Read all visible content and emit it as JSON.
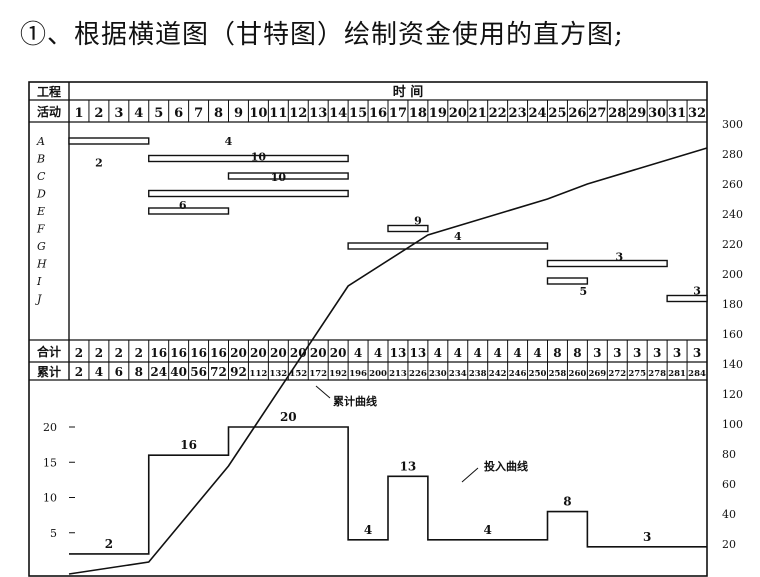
{
  "heading": "①、根据横道图（甘特图）绘制资金使用的直方图;",
  "table": {
    "header_row1_label": "工程",
    "header_row2_label": "活动",
    "time_label": "时   间",
    "periods": [
      "1",
      "2",
      "3",
      "4",
      "5",
      "6",
      "7",
      "8",
      "9",
      "10",
      "11",
      "12",
      "13",
      "14",
      "15",
      "16",
      "17",
      "18",
      "19",
      "20",
      "21",
      "22",
      "23",
      "24",
      "25",
      "26",
      "27",
      "28",
      "29",
      "30",
      "31",
      "32"
    ],
    "activities": [
      "A",
      "B",
      "C",
      "D",
      "E",
      "F",
      "G",
      "H",
      "I",
      "J"
    ],
    "total_label": "合计",
    "cumulative_label": "累计",
    "totals": [
      "2",
      "2",
      "2",
      "2",
      "16",
      "16",
      "16",
      "16",
      "20",
      "20",
      "20",
      "20",
      "20",
      "20",
      "4",
      "4",
      "13",
      "13",
      "4",
      "4",
      "4",
      "4",
      "4",
      "4",
      "8",
      "8",
      "3",
      "3",
      "3",
      "3",
      "3",
      "3"
    ],
    "cumulatives": [
      "2",
      "4",
      "6",
      "8",
      "24",
      "40",
      "56",
      "72",
      "92",
      "112",
      "132",
      "152",
      "172",
      "192",
      "196",
      "200",
      "213",
      "226",
      "230",
      "234",
      "238",
      "242",
      "246",
      "250",
      "258",
      "260",
      "269",
      "272",
      "275",
      "278",
      "281",
      "284"
    ]
  },
  "chart_data": {
    "type": "gantt",
    "bars": [
      {
        "activity": "A",
        "start": 1,
        "end": 4,
        "label": "2"
      },
      {
        "activity": "B",
        "start": 5,
        "end": 14,
        "label": "4"
      },
      {
        "activity": "C",
        "start": 9,
        "end": 14,
        "label": "10"
      },
      {
        "activity": "D",
        "start": 5,
        "end": 14,
        "label": "10"
      },
      {
        "activity": "E",
        "start": 5,
        "end": 8,
        "label": "6"
      },
      {
        "activity": "F",
        "start": 17,
        "end": 18,
        "label": "9"
      },
      {
        "activity": "G",
        "start": 15,
        "end": 24,
        "label": "4"
      },
      {
        "activity": "H",
        "start": 25,
        "end": 30,
        "label": "3"
      },
      {
        "activity": "I",
        "start": 25,
        "end": 26,
        "label": "5"
      },
      {
        "activity": "J",
        "start": 31,
        "end": 32,
        "label": "3"
      }
    ],
    "histogram": {
      "type": "step",
      "y_ticks": [
        "5",
        "10",
        "15",
        "20"
      ],
      "ylim": [
        0,
        25
      ],
      "values": [
        2,
        2,
        2,
        2,
        16,
        16,
        16,
        16,
        20,
        20,
        20,
        20,
        20,
        20,
        4,
        4,
        13,
        13,
        4,
        4,
        4,
        4,
        4,
        4,
        8,
        8,
        3,
        3,
        3,
        3,
        3,
        3
      ],
      "segment_labels": [
        {
          "label": "2",
          "start": 1,
          "end": 4
        },
        {
          "label": "16",
          "start": 5,
          "end": 8
        },
        {
          "label": "20",
          "start": 9,
          "end": 14
        },
        {
          "label": "4",
          "start": 15,
          "end": 16
        },
        {
          "label": "13",
          "start": 17,
          "end": 18
        },
        {
          "label": "4",
          "start": 19,
          "end": 24
        },
        {
          "label": "8",
          "start": 25,
          "end": 26
        },
        {
          "label": "3",
          "start": 27,
          "end": 32
        }
      ],
      "curve_label": "投入曲线"
    },
    "cumulative_curve": {
      "type": "line",
      "label": "累计曲线",
      "y_ticks": [
        "20",
        "40",
        "60",
        "80",
        "100",
        "120",
        "140",
        "160",
        "180",
        "200",
        "220",
        "240",
        "260",
        "280",
        "300"
      ],
      "ylim": [
        0,
        300
      ],
      "points": [
        [
          0,
          0
        ],
        [
          4,
          8
        ],
        [
          8,
          72
        ],
        [
          14,
          192
        ],
        [
          18,
          226
        ],
        [
          24,
          250
        ],
        [
          26,
          260
        ],
        [
          32,
          284
        ]
      ]
    }
  }
}
